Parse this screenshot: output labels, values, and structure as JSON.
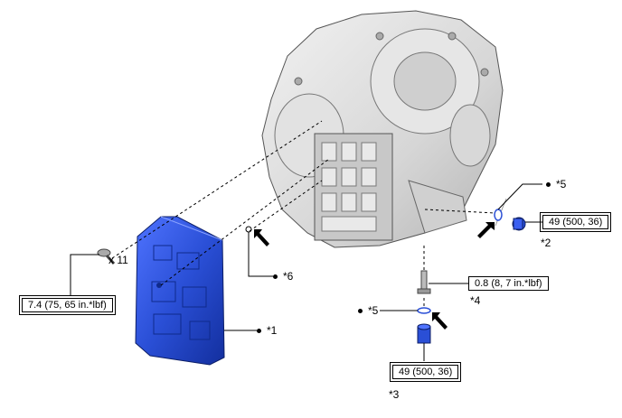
{
  "callouts": {
    "c1": "*1",
    "c2": "*2",
    "c3": "*3",
    "c4": "*4",
    "c5a": "*5",
    "c5b": "*5",
    "c6": "*6"
  },
  "quantity": "x 11",
  "torques": {
    "t_bolts": "7.4 (75, 65 in.*lbf)",
    "t_plug_right": "49 (500, 36)",
    "t_small_bolt": "0.8 (8, 7 in.*lbf)",
    "t_plug_bottom": "49 (500, 36)"
  },
  "colors": {
    "ecu_blue": "#2a4fd6",
    "transaxle_gray": "#d9d9d9"
  }
}
